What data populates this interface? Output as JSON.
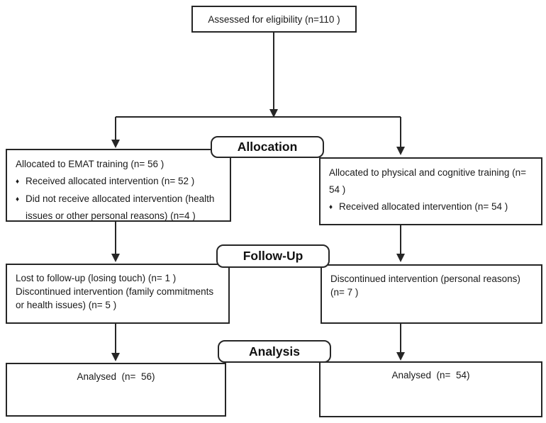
{
  "diagram": {
    "title_box": {
      "text": "Assessed for eligibility (n=110 )"
    },
    "stages": {
      "allocation_label": "Allocation",
      "followup_label": "Follow-Up",
      "analysis_label": "Analysis"
    },
    "allocation": {
      "left": {
        "title": "Allocated to EMAT training (n= 56 )",
        "bullets": [
          "Received allocated intervention (n= 52 )",
          "Did not receive allocated intervention (health issues or other personal reasons) (n=4 )"
        ]
      },
      "right": {
        "title": "Allocated to physical and cognitive training (n= 54 )",
        "bullets": [
          "Received allocated intervention (n= 54 )"
        ]
      }
    },
    "followup": {
      "left": {
        "lines": [
          "Lost to follow-up (losing touch) (n= 1 )",
          "Discontinued intervention (family commitments or health issues) (n= 5 )"
        ]
      },
      "right": {
        "lines": [
          "Discontinued intervention (personal reasons) (n= 7 )"
        ]
      }
    },
    "analysis": {
      "left": {
        "text": "Analysed  (n=  56)"
      },
      "right": {
        "text": "Analysed  (n=  54)"
      }
    },
    "bullet_glyph": "♦",
    "colors": {
      "border": "#262626",
      "background": "#ffffff",
      "text": "#1a1a1a"
    }
  }
}
